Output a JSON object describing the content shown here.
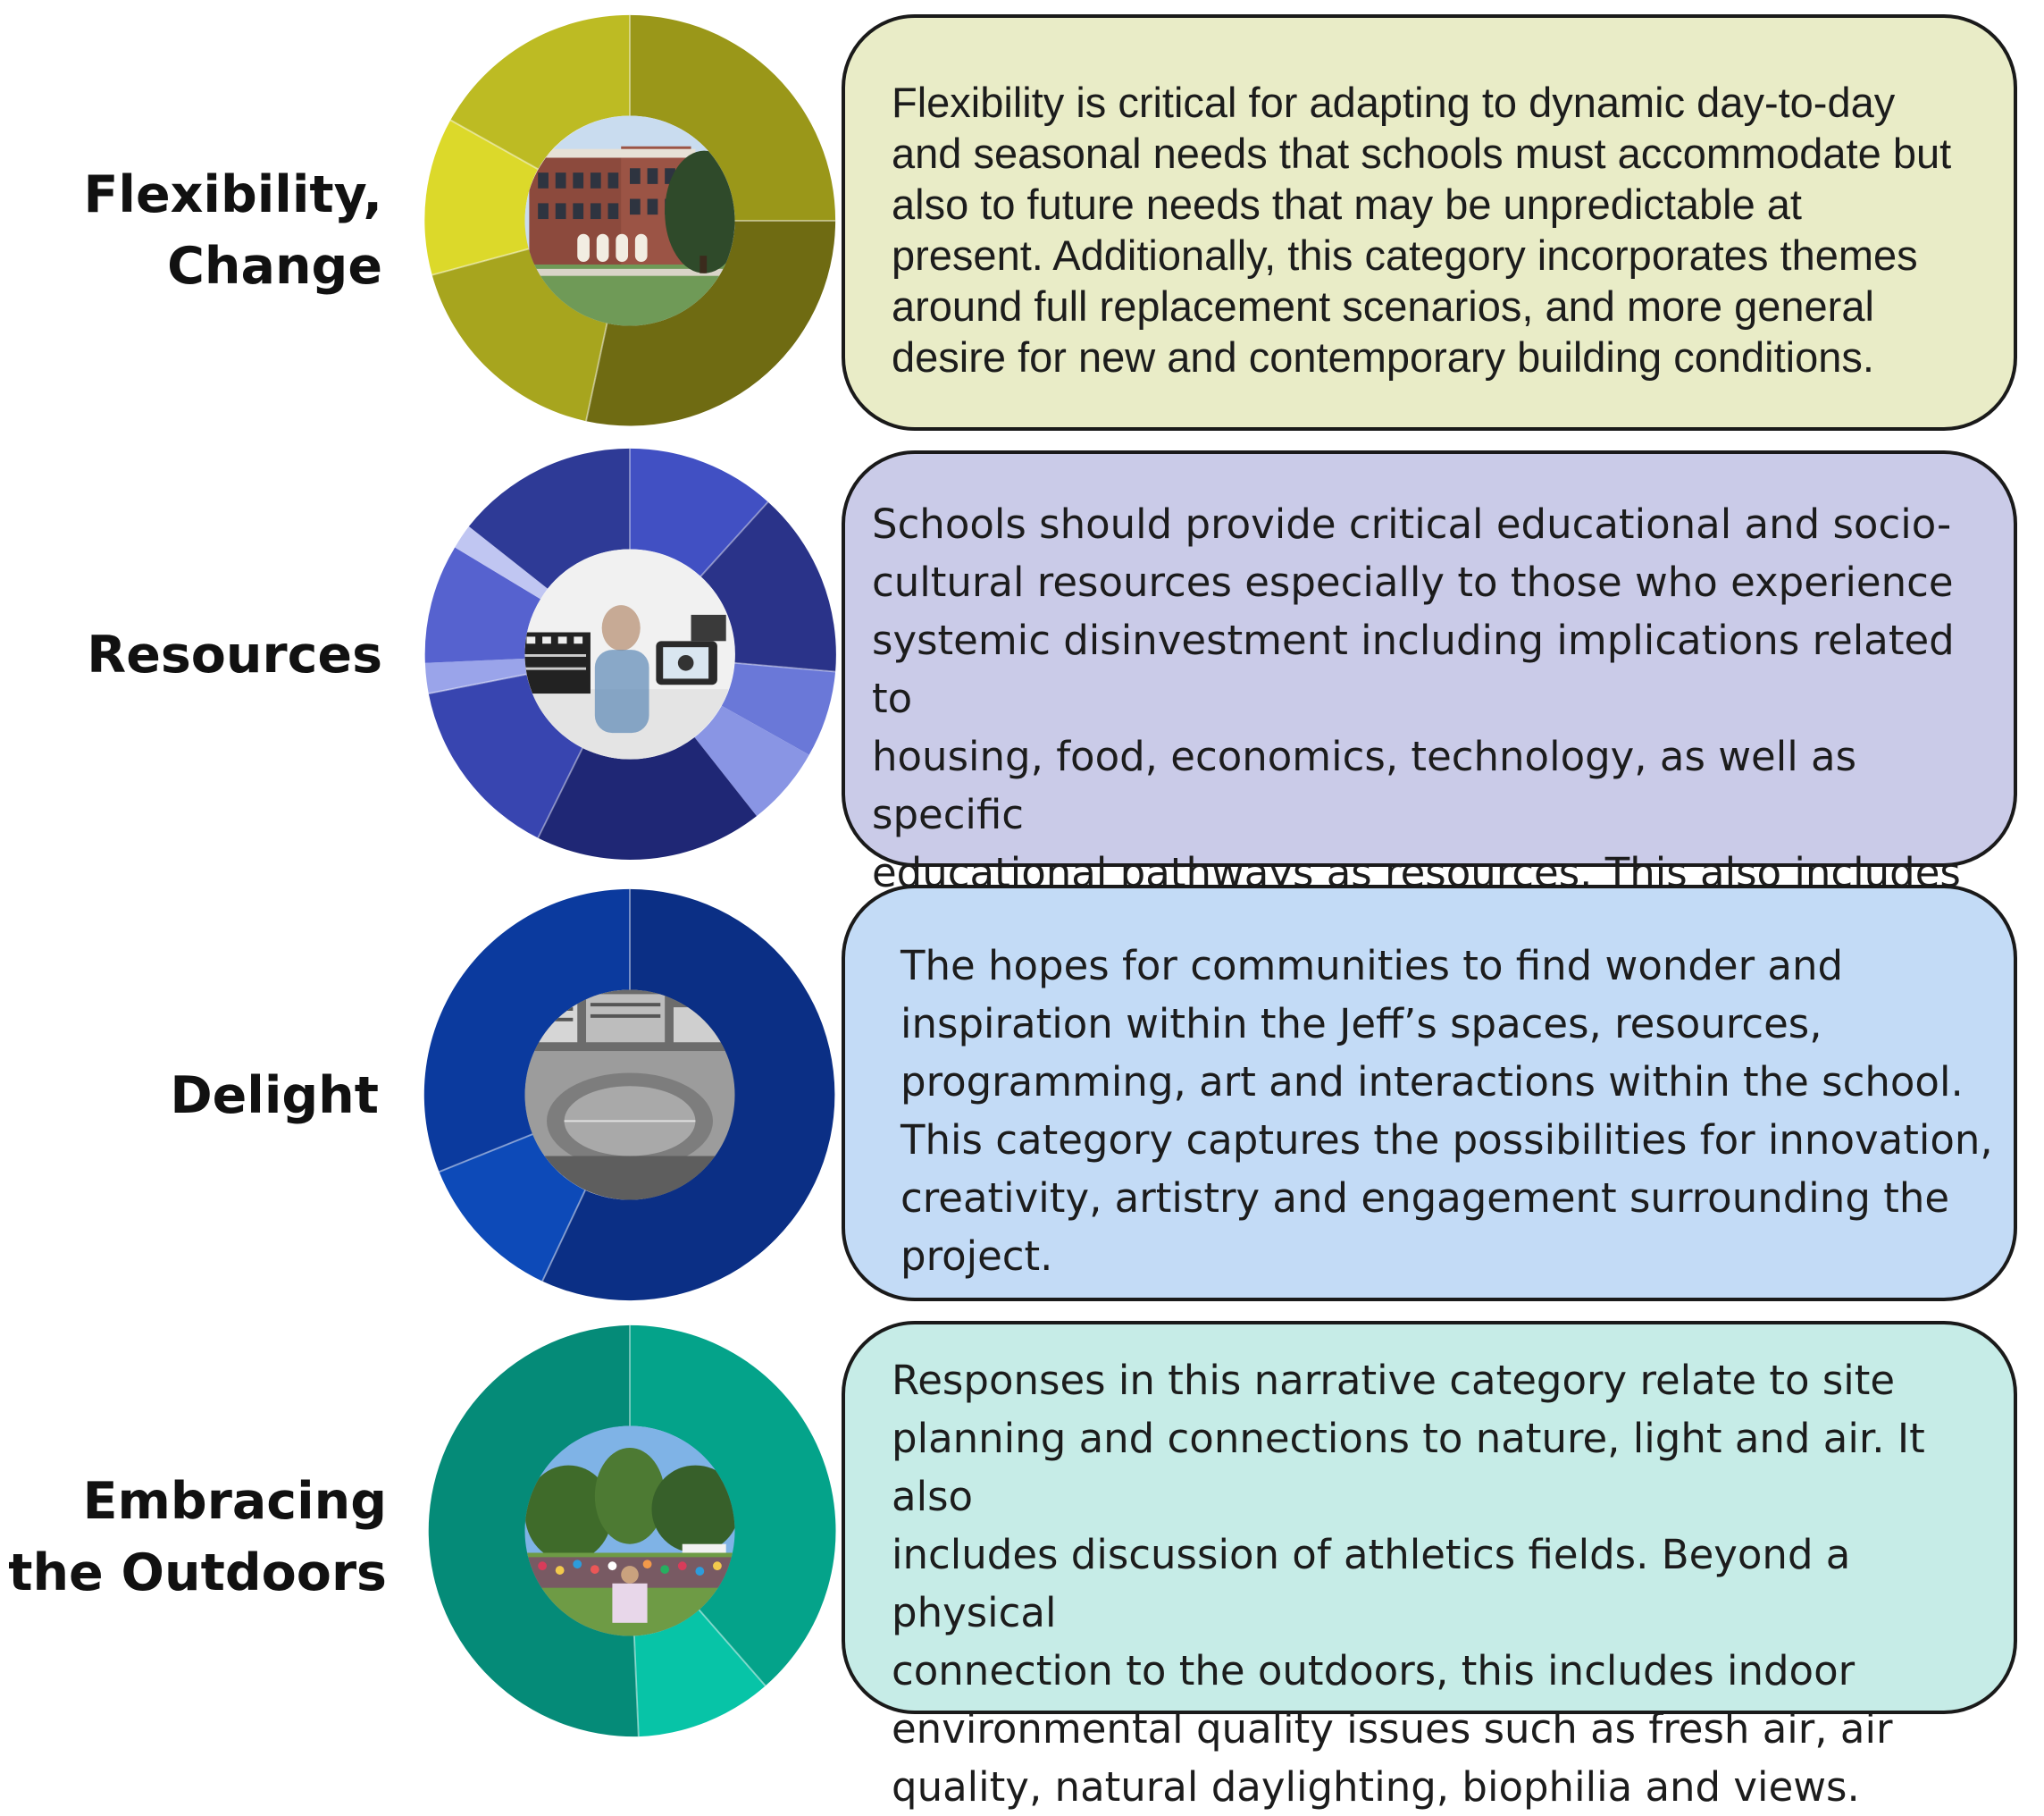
{
  "categories": [
    {
      "id": "flexibility",
      "title_line1": "Flexibility,",
      "title_line2": "Change",
      "description": "Flexibility is critical for adapting to dynamic day-to-day\nand seasonal needs that schools must accommodate but\nalso to future needs that may be unpredictable at\npresent. Additionally, this category incorporates themes\naround full replacement scenarios, and more general\ndesire for new and contemporary building conditions.",
      "card_color": "#e9ecc7",
      "ring_colors": [
        "#9a9719",
        "#6f6b12",
        "#a7a51e",
        "#dcd92a",
        "#bdbb23"
      ],
      "photo": "school-building-photo"
    },
    {
      "id": "resources",
      "title_line1": "Resources",
      "title_line2": "",
      "description": "Schools should provide critical educational and socio-\ncultural resources especially to those who experience\nsystemic disinvestment including implications related to\nhousing, food, economics, technology, as well as specific\neducational pathways as resources. This also includes\ncommunity gathering space as a resource.",
      "card_color": "#cacbe8",
      "ring_colors": [
        "#4150c3",
        "#2a3389",
        "#6a78d8",
        "#8995e4",
        "#1f2775",
        "#3845b0",
        "#9aa4ea",
        "#5662cf",
        "#c0c6f2",
        "#2e3a96"
      ],
      "photo": "film-production-photo"
    },
    {
      "id": "delight",
      "title_line1": "Delight",
      "title_line2": "",
      "description": "The hopes for communities to find wonder and\ninspiration within the Jeff’s spaces, resources,\nprogramming, art and interactions within the school.\nThis category captures the possibilities for innovation,\ncreativity, artistry and engagement surrounding the\nproject.",
      "card_color": "#c3dbf6",
      "ring_colors": [
        "#0b2f85",
        "#0d4ab8",
        "#0b3a9e"
      ],
      "photo": "aerial-campus-photo"
    },
    {
      "id": "outdoors",
      "title_line1": "Embracing",
      "title_line2": "the Outdoors",
      "description": "Responses in this narrative category relate to site\nplanning and connections to nature, light and air. It also\nincludes discussion of athletics fields. Beyond a physical\nconnection to the outdoors, this includes indoor\nenvironmental quality issues such as fresh air, air\nquality, natural daylighting, biophilia and views.",
      "card_color": "#c6ece7",
      "ring_colors": [
        "#04a38a",
        "#07c4a7",
        "#058b78"
      ],
      "photo": "outdoor-gathering-photo"
    }
  ]
}
